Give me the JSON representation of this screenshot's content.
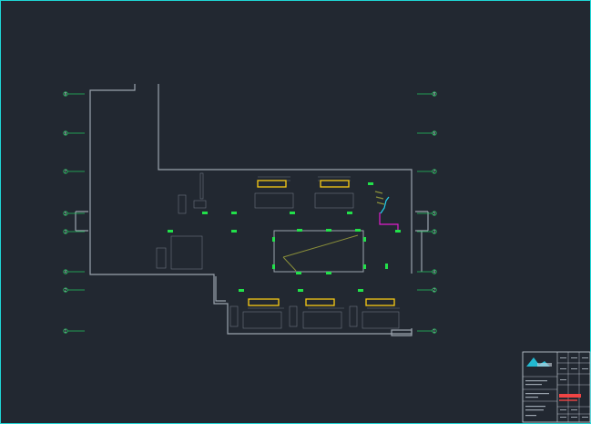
{
  "drawing": {
    "colors": {
      "background": "#222831",
      "frame": "#1fd6d6",
      "wall": "#9aa3ad",
      "grid_bubble": "#22c55e",
      "equipment_yellow": "#facc15",
      "marker_green": "#22e04a",
      "pipe_magenta": "#e11dcc",
      "pipe_cyan": "#22d3ee",
      "title_red": "#ef4444"
    },
    "grid_axes_left": [
      "8",
      "6",
      "7",
      "5",
      "3",
      "4",
      "2",
      "1"
    ],
    "grid_axes_right": [
      "8",
      "6",
      "7",
      "5",
      "3",
      "4",
      "2",
      "1"
    ],
    "title_block": {
      "logo": "logo-icon"
    }
  }
}
